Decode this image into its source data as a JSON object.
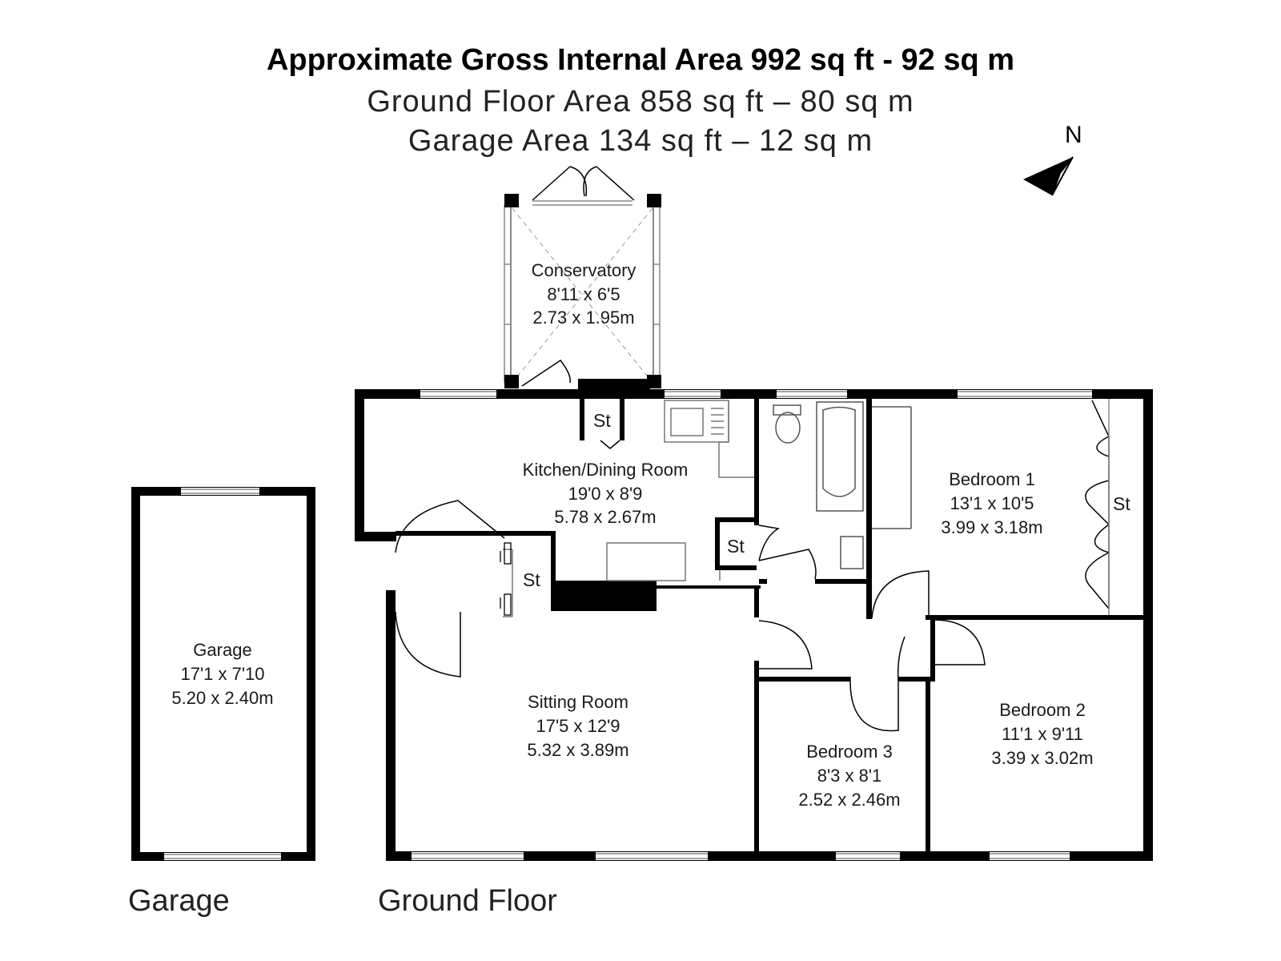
{
  "header": {
    "gross_area": "Approximate Gross Internal Area 992 sq ft - 92 sq m",
    "ground_area": "Ground Floor Area 858 sq ft – 80 sq m",
    "garage_area": "Garage Area 134 sq ft – 12 sq m"
  },
  "north_label": "N",
  "plans": {
    "garage": "Garage",
    "ground": "Ground Floor"
  },
  "rooms": {
    "conservatory": {
      "name": "Conservatory",
      "imperial": "8'11 x 6'5",
      "metric": "2.73 x 1.95m"
    },
    "kitchen": {
      "name": "Kitchen/Dining Room",
      "imperial": "19'0 x 8'9",
      "metric": "5.78 x 2.67m"
    },
    "bedroom1": {
      "name": "Bedroom 1",
      "imperial": "13'1 x 10'5",
      "metric": "3.99 x 3.18m"
    },
    "garage": {
      "name": "Garage",
      "imperial": "17'1 x 7'10",
      "metric": "5.20 x 2.40m"
    },
    "sitting": {
      "name": "Sitting Room",
      "imperial": "17'5 x 12'9",
      "metric": "5.32 x 3.89m"
    },
    "bedroom3": {
      "name": "Bedroom 3",
      "imperial": "8'3 x 8'1",
      "metric": "2.52 x 2.46m"
    },
    "bedroom2": {
      "name": "Bedroom 2",
      "imperial": "11'1 x 9'11",
      "metric": "3.39 x 3.02m"
    }
  },
  "storage_label": "St",
  "colors": {
    "wall": "#000000",
    "fixture": "#888888",
    "background": "#ffffff"
  }
}
